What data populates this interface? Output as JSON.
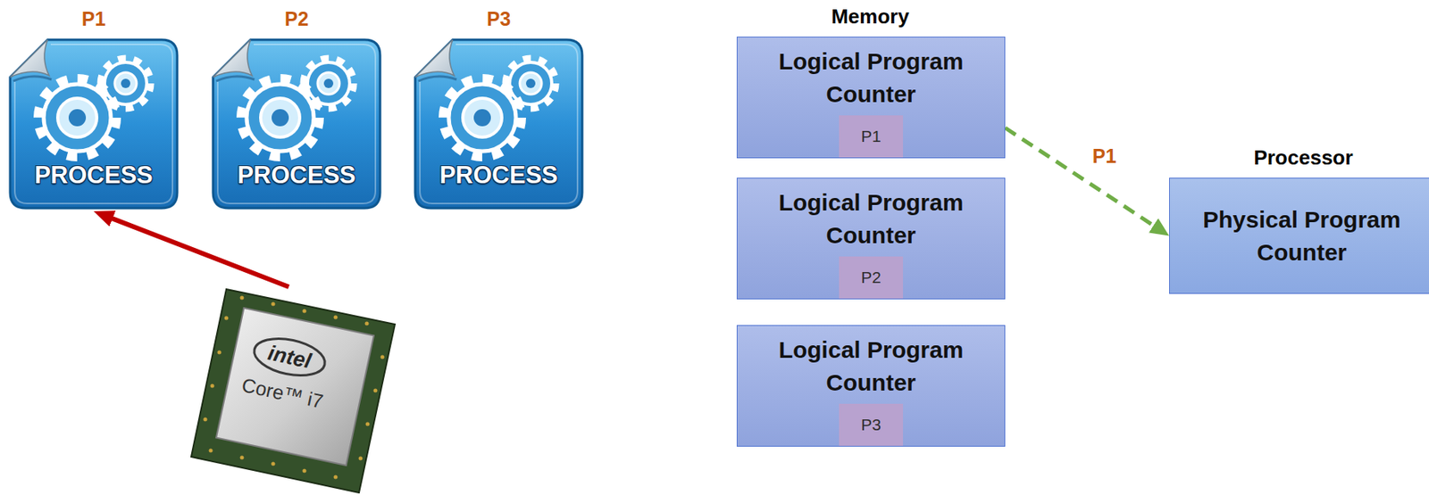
{
  "diagram": {
    "nodes": [
      {
        "text": [
          "P1",
          "PROCESS"
        ]
      },
      {
        "text": [
          "P2",
          "PROCESS"
        ]
      },
      {
        "text": [
          "P3",
          "PROCESS"
        ]
      },
      {
        "text": [
          "intel",
          "Core™ i7"
        ]
      },
      {
        "text": [
          "Logical Program Counter"
        ]
      },
      {
        "text": [
          "P1"
        ],
        "in": 4
      },
      {
        "text": [
          "Logical Program Counter"
        ]
      },
      {
        "text": [
          "P2"
        ],
        "in": 6
      },
      {
        "text": [
          "Logical Program Counter"
        ]
      },
      {
        "text": [
          "P3"
        ],
        "in": 8
      },
      {
        "text": [
          "Physical Program Counter"
        ]
      }
    ],
    "edges": [
      {
        "from": 3,
        "to": 0,
        "arrow": "to"
      },
      {
        "from": 4,
        "to": 10,
        "label": "P1",
        "arrow": "to"
      }
    ],
    "labels": [
      "Memory",
      "Processor"
    ]
  }
}
